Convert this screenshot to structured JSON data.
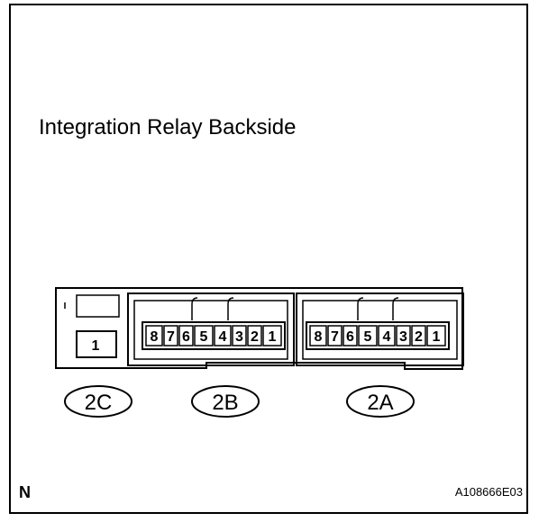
{
  "title": "Integration Relay Backside",
  "north_marker": "N",
  "figure_code": "A108666E03",
  "connectors": [
    {
      "label": "2C",
      "pins": [
        "1"
      ]
    },
    {
      "label": "2B",
      "pins": [
        "8",
        "7",
        "6",
        "5",
        "4",
        "3",
        "2",
        "1"
      ]
    },
    {
      "label": "2A",
      "pins": [
        "8",
        "7",
        "6",
        "5",
        "4",
        "3",
        "2",
        "1"
      ]
    }
  ]
}
